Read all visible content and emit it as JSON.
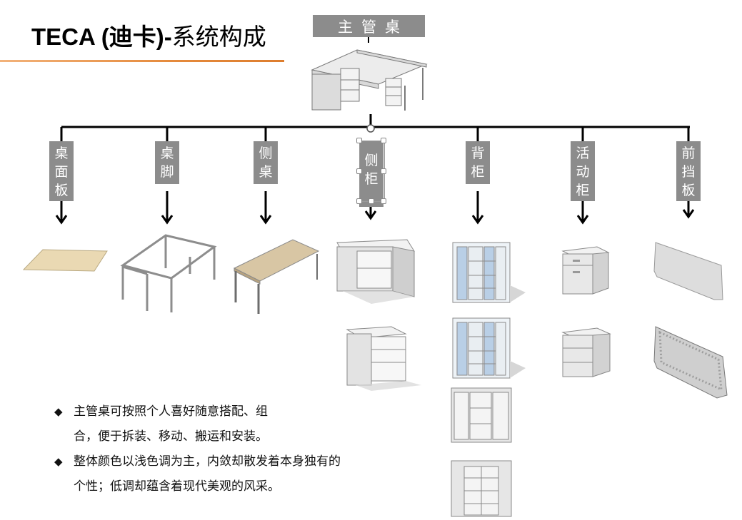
{
  "title": {
    "latin": "TECA (",
    "cn_brand": "迪卡",
    "close": ")-",
    "rest": "系统构成"
  },
  "top_label": "主管桌",
  "categories": [
    {
      "label": "桌面板"
    },
    {
      "label": "桌脚"
    },
    {
      "label": "侧桌"
    },
    {
      "label": "侧柜"
    },
    {
      "label": "背柜"
    },
    {
      "label": "活动柜"
    },
    {
      "label": "前挡板"
    }
  ],
  "bullets": [
    {
      "line1": "主管桌可按照个人喜好随意搭配、组",
      "line2": "合，便于拆装、移动、搬运和安装。"
    },
    {
      "line1": "整体颜色以浅色调为主，内敛却散发着本身独有的",
      "line2": "个性；低调却蕴含着现代美观的风采。"
    }
  ],
  "bullet_marker": "◆",
  "colors": {
    "label_bg": "#8c8c8c",
    "accent_rule": "#e58a3c",
    "connector": "#000000"
  }
}
